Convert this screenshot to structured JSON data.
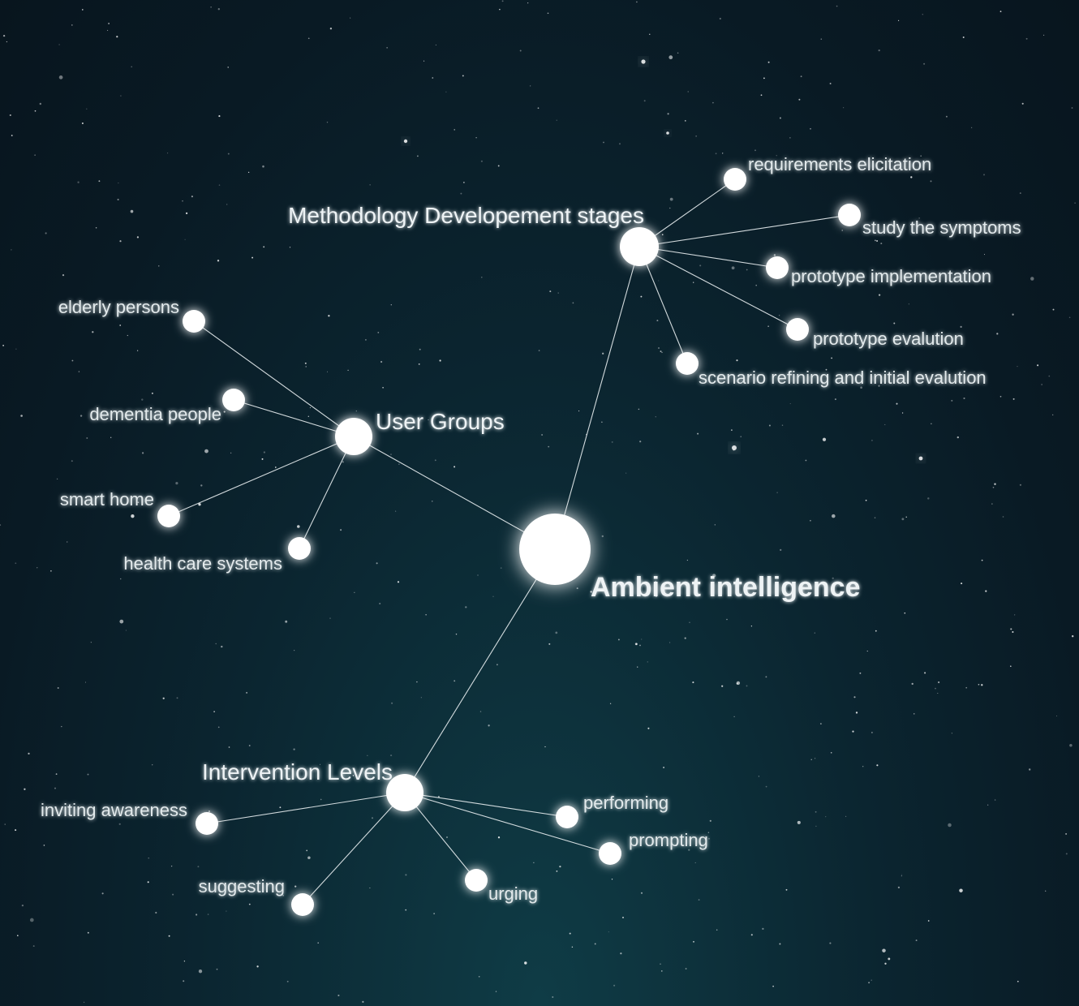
{
  "diagram": {
    "root": {
      "id": "root",
      "label": "Ambient intelligence",
      "children": [
        {
          "id": "methodology",
          "label": "Methodology Developement stages",
          "children": [
            {
              "id": "requirements",
              "label": "requirements elicitation"
            },
            {
              "id": "symptoms",
              "label": "study the symptoms"
            },
            {
              "id": "implementation",
              "label": "prototype implementation"
            },
            {
              "id": "evalution",
              "label": "prototype evalution"
            },
            {
              "id": "scenario",
              "label": "scenario refining and initial evalution"
            }
          ]
        },
        {
          "id": "usergroups",
          "label": "User Groups",
          "children": [
            {
              "id": "elderly",
              "label": "elderly persons"
            },
            {
              "id": "dementia",
              "label": "dementia people"
            },
            {
              "id": "smarthome",
              "label": "smart home"
            },
            {
              "id": "healthcare",
              "label": "health care systems"
            }
          ]
        },
        {
          "id": "intervention",
          "label": "Intervention Levels",
          "children": [
            {
              "id": "inviting",
              "label": "inviting awareness"
            },
            {
              "id": "suggesting",
              "label": "suggesting"
            },
            {
              "id": "urging",
              "label": "urging"
            },
            {
              "id": "performing",
              "label": "performing"
            },
            {
              "id": "prompting",
              "label": "prompting"
            }
          ]
        }
      ]
    }
  },
  "colors": {
    "node": "#ffffff",
    "edge": "#e8eef0",
    "text": "#eef3f5"
  }
}
